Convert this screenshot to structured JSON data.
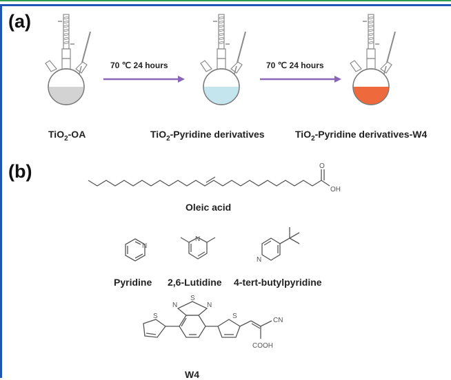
{
  "panel_a": {
    "label": "(a)",
    "flask_fill_colors": [
      "#d3d3d3",
      "#c4e4ee",
      "#ee6a3c"
    ],
    "conditions": [
      {
        "temp": "70 ℃",
        "time": "24 hours"
      },
      {
        "temp": "70 ℃",
        "time": "24 hours"
      }
    ],
    "captions": [
      {
        "pre": "TiO",
        "sub": "2",
        "post": "-OA"
      },
      {
        "pre": "TiO",
        "sub": "2",
        "post": "-Pyridine derivatives"
      },
      {
        "pre": "TiO",
        "sub": "2",
        "post": "-Pyridine derivatives-W4"
      }
    ],
    "arrow_color": "#8a66b8"
  },
  "panel_b": {
    "label": "(b)",
    "oleic_acid": {
      "name": "Oleic acid",
      "atom_O": "O",
      "atom_OH": "OH"
    },
    "pyridines": [
      {
        "name": "Pyridine",
        "atom": "N"
      },
      {
        "name": "2,6-Lutidine",
        "atom": "N"
      },
      {
        "name": "4-tert-butylpyridine",
        "atom": "N"
      }
    ],
    "w4": {
      "name": "W4",
      "atoms": {
        "S_thiadiazole": "S",
        "N_left": "N",
        "N_right": "N",
        "S_thiophene_left": "S",
        "S_thiophene_right": "S",
        "CN": "CN",
        "COOH": "COOH"
      }
    }
  }
}
